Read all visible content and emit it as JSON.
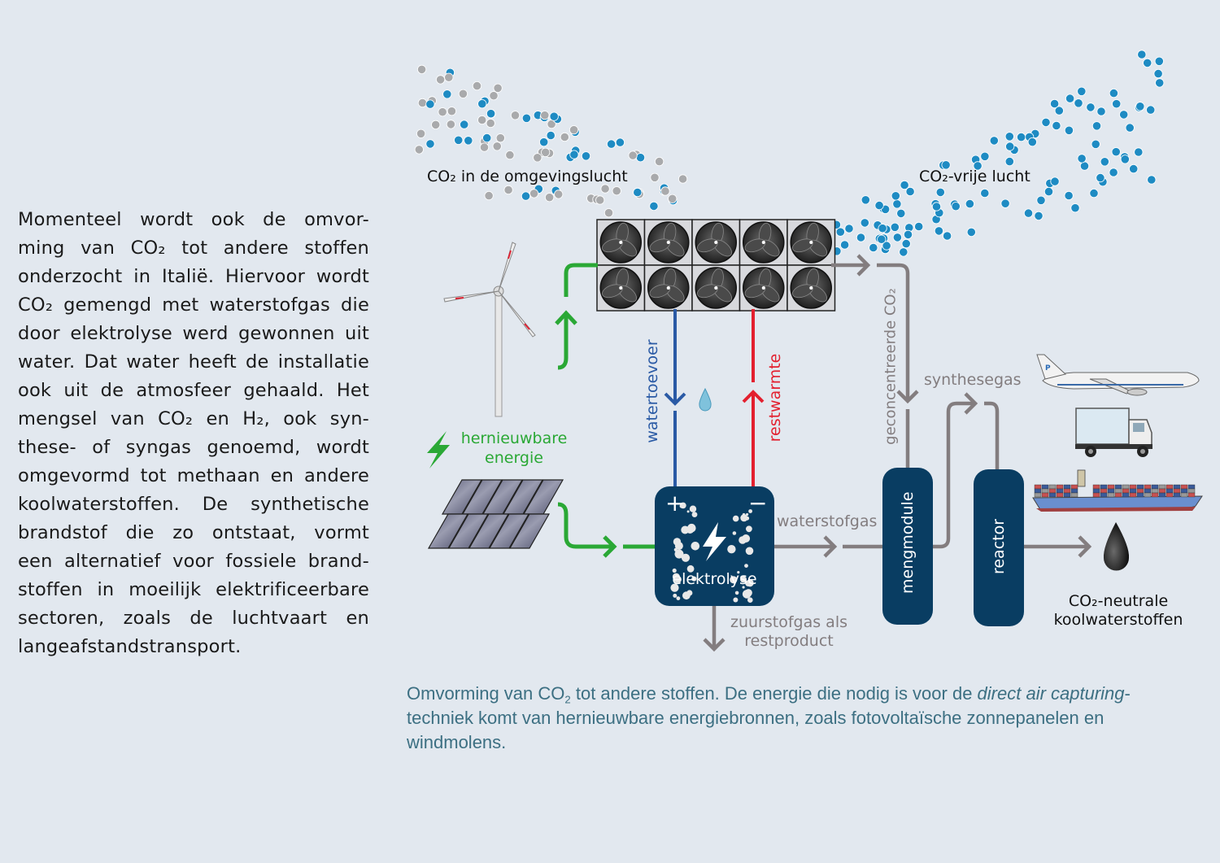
{
  "body_text": {
    "lines": [
      "Momenteel wordt ook de omvor-",
      "ming van CO₂ tot andere stoffen",
      "onderzocht in Italië. Hiervoor wordt",
      "CO₂ gemengd met waterstofgas die",
      "door elektrolyse werd gewonnen uit",
      "water. Dat water heeft de installatie",
      "ook uit de atmosfeer gehaald. Het",
      "mengsel van CO₂ en H₂, ook syn-",
      "these- of syngas genoemd, wordt",
      "omgevormd tot methaan en andere",
      "koolwaterstoffen. De synthetische",
      "brandstof die zo ontstaat, vormt",
      "een alternatief voor fossiele brand-",
      "stoffen in moeilijk elektrificeerbare",
      "sectoren, zoals de luchtvaart en",
      "langeafstandstransport."
    ]
  },
  "diagram": {
    "labels": {
      "co2_ambient_air": "CO₂ in de omgevingslucht",
      "co2_free_air": "CO₂-vrije lucht",
      "renewable_energy_line1": "hernieuwbare",
      "renewable_energy_line2": "energie",
      "water_supply": "watertoevoer",
      "residual_heat": "restwarmte",
      "concentrated_co2": "geconcentreerde CO₂",
      "syngas": "synthesegas",
      "hydrogen_gas": "waterstofgas",
      "oxygen_line1": "zuurstofgas als",
      "oxygen_line2": "restproduct",
      "electrolysis": "elektrolyse",
      "mixing_module": "mengmodule",
      "reactor": "reactor",
      "output_line1": "CO₂-neutrale",
      "output_line2": "koolwaterstoffen",
      "plus": "+",
      "minus": "−"
    },
    "colors": {
      "background": "#e2e8ef",
      "green": "#2aa835",
      "blue": "#2a5aa5",
      "red": "#e3202f",
      "grey": "#837d7f",
      "navy": "#093d62",
      "dot_blue": "#1e8bc3",
      "dot_grey": "#a9aaac",
      "caption": "#3c6f82"
    },
    "fan_grid": {
      "rows": 2,
      "cols": 5
    }
  },
  "caption": {
    "part1": "Omvorming van CO",
    "sub": "2",
    "part2": " tot andere stoffen. De energie die nodig is voor de ",
    "italic1": "direct air capturing",
    "part3": "-techniek komt van hernieuwbare energiebronnen, zoals fotovoltaïsche zonnepanelen en windmolens."
  }
}
